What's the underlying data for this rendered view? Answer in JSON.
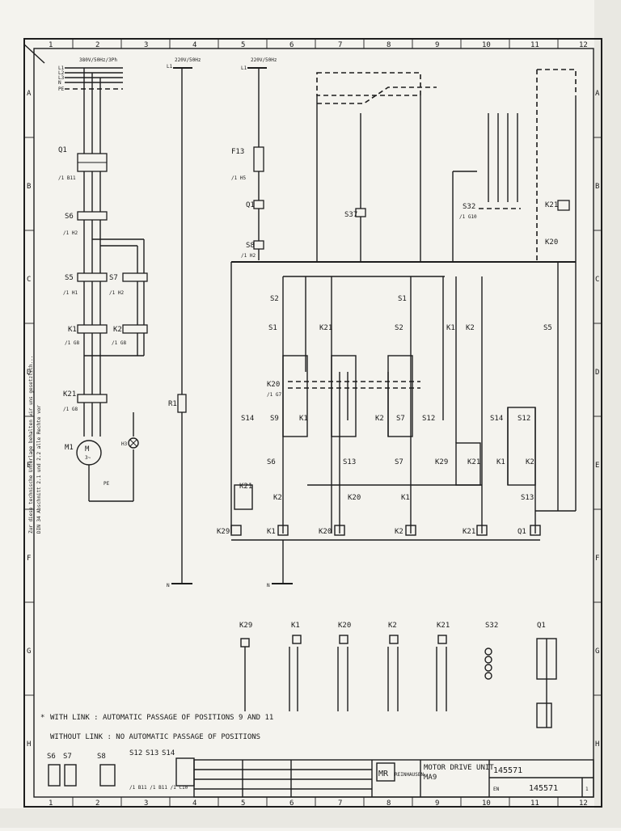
{
  "frame": {
    "col_numbers": [
      "1",
      "2",
      "3",
      "4",
      "5",
      "6",
      "7",
      "8",
      "9",
      "10",
      "11",
      "12"
    ],
    "row_letters": [
      "A",
      "B",
      "C",
      "D",
      "E",
      "F",
      "G",
      "H"
    ],
    "side_note": "Zur diese technische Unterlage behalten wir uns gesetzlich...",
    "side_note2": "DIN 34 Abschnitt 2.1 und 2.2 alle Rechte vor"
  },
  "supply": {
    "main": "380V/50Hz/3Ph",
    "lines": [
      "L1",
      "L2",
      "L3",
      "N",
      "PE"
    ],
    "ctrl_left": "220V/50Hz",
    "ctrl_right": "220V/50Hz",
    "l1": "L1",
    "n": "N"
  },
  "components": {
    "q1": "Q1",
    "q1_ref": "/1 B11",
    "s6": "S6",
    "s6_ref": "/1 H2",
    "s5": "S5",
    "s5_ref": "/1 H1",
    "s7": "S7",
    "s7_ref": "/1 H2",
    "k1": "K1",
    "k1_ref": "/1 G8",
    "k2": "K2",
    "k2_ref": "/1 G8",
    "k21": "K21",
    "k21_ref": "/1 G8",
    "m1": "M1",
    "m1_sym": "M\n3~",
    "h3": "H3",
    "r1": "R1",
    "f13": "F13",
    "f13_ref": "/1 H5",
    "s8": "S8",
    "s8_ref": "/1 H2",
    "s2": "S2",
    "s1": "S1",
    "s37": "S37",
    "s32": "S32",
    "s32_ref": "/1 G10",
    "s12": "S12",
    "s14": "S14",
    "s13": "S13",
    "k20": "K20",
    "k20_ref": "/1 G7",
    "k29": "K29",
    "pe": "PE"
  },
  "coil_table": {
    "headers": [
      "K29",
      "K1",
      "K20",
      "K2",
      "K21",
      "S32",
      "Q1"
    ]
  },
  "notes": {
    "mark": "*",
    "line1": "WITH LINK : AUTOMATIC PASSAGE OF POSITIONS 9 AND 11",
    "line2": "WITHOUT LINK : NO AUTOMATIC PASSAGE OF POSITIONS",
    "legend": [
      "S6",
      "S7",
      "S8",
      "S12",
      "S13",
      "S14"
    ],
    "legend_ref": "/1 B11 /1 B11 /1 C10"
  },
  "title_block": {
    "logo": "MR",
    "company": "REINHAUSEN",
    "title": "MOTOR DRIVE UNIT",
    "subtitle": "MA9",
    "doc_no": "145571",
    "doc_no2": "145571",
    "en": "EN",
    "sheet": "1"
  }
}
